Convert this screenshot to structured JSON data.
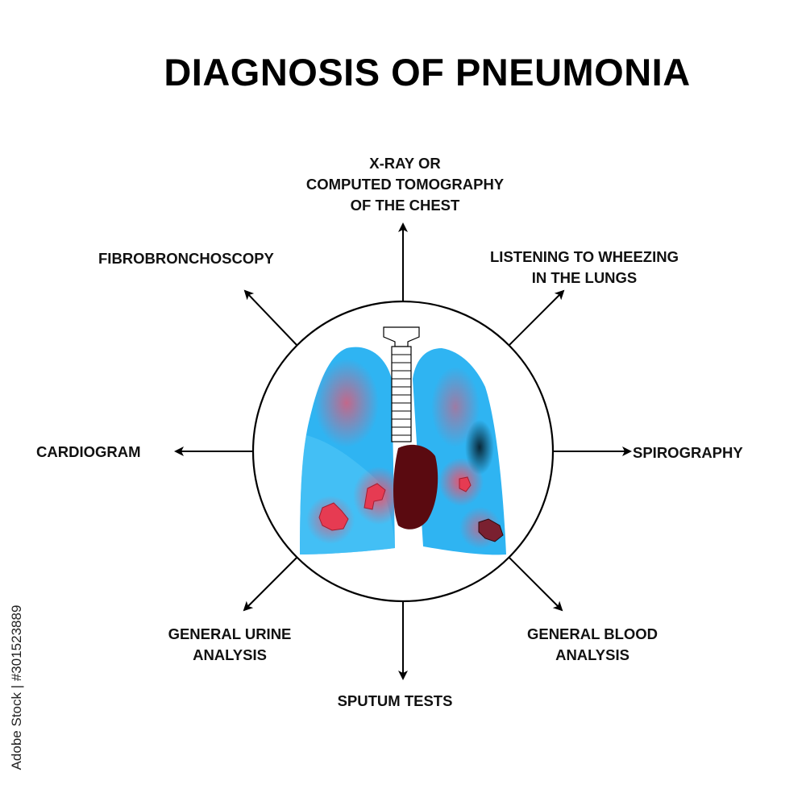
{
  "title": "DIAGNOSIS OF PNEUMONIA",
  "methods": {
    "xray": "X-RAY OR\nCOMPUTED TOMOGRAPHY\nOF THE CHEST",
    "fibrobronchoscopy": "FIBROBRONCHOSCOPY",
    "listening": "LISTENING TO WHEEZING\nIN THE LUNGS",
    "cardiogram": "CARDIOGRAM",
    "spirography": "SPIROGRAPHY",
    "urine": "GENERAL URINE\nANALYSIS",
    "blood": "GENERAL BLOOD\nANALYSIS",
    "sputum": "SPUTUM TESTS"
  },
  "watermark": "Adobe Stock | #301523889",
  "colors": {
    "lung": "#2fb4f2",
    "inflammation": "#e0465d",
    "heart": "#5a0a10",
    "outline": "#000000"
  }
}
